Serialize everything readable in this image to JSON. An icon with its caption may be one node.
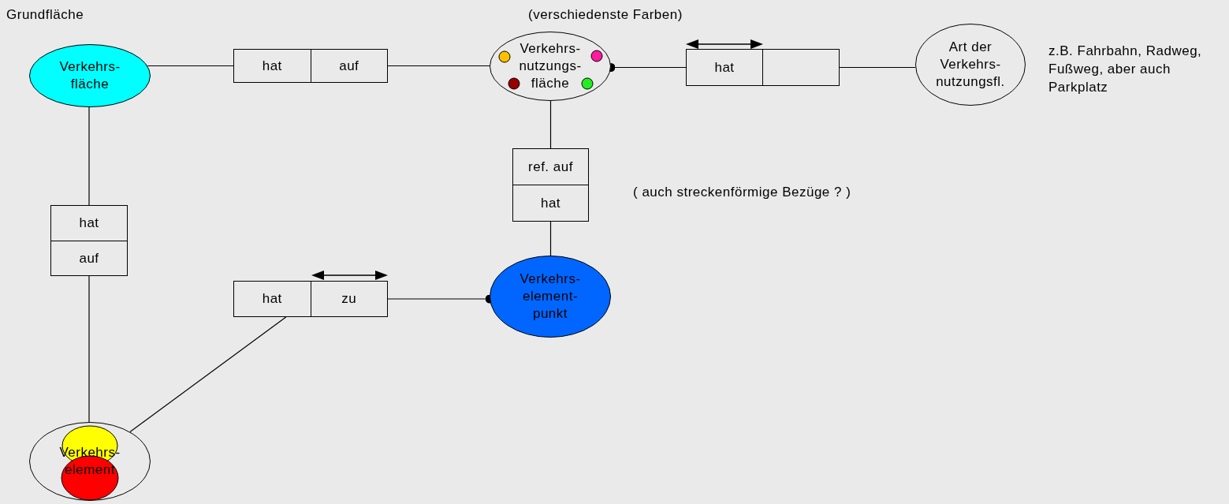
{
  "diagram": {
    "nodes": [
      {
        "text": [
          "Verkehrs- fläche"
        ],
        "beside": [
          "Grundfläche"
        ]
      },
      {
        "text": [
          "hat",
          "auf"
        ]
      },
      {
        "text": [
          "Verkehrs- nutzungs- fläche"
        ],
        "beside": [
          "(verschiedenste Farben)"
        ]
      },
      {
        "text": [
          "hat"
        ]
      },
      {
        "text": [
          "Art der Verkehrs- nutzungsfl."
        ],
        "beside": [
          "z.B. Fahrbahn, Radweg, Fußweg, aber auch Parkplatz"
        ]
      },
      {
        "text": [
          "ref. auf",
          "hat"
        ]
      },
      {
        "text": [
          "hat",
          "auf"
        ]
      },
      {
        "text": [
          "hat",
          "zu"
        ]
      },
      {
        "text": [
          "Verkehrs- element- punkt"
        ]
      },
      {
        "text": [
          "Verkehrs- element"
        ]
      }
    ],
    "edges": [
      {
        "from": 0,
        "to": 1,
        "arrow": "none"
      },
      {
        "from": 1,
        "to": 2,
        "arrow": "none"
      },
      {
        "from": 2,
        "to": 3,
        "arrow": "other"
      },
      {
        "from": 3,
        "to": 4,
        "arrow": "none"
      },
      {
        "from": 2,
        "to": 5,
        "arrow": "none"
      },
      {
        "from": 5,
        "to": 8,
        "arrow": "none"
      },
      {
        "from": 0,
        "to": 6,
        "arrow": "none"
      },
      {
        "from": 6,
        "to": 9,
        "arrow": "none"
      },
      {
        "from": 8,
        "to": 7,
        "arrow": "other"
      },
      {
        "from": 7,
        "to": 9,
        "arrow": "none"
      }
    ],
    "labels": [
      "( auch streckenförmige Bezüge ? )"
    ]
  }
}
